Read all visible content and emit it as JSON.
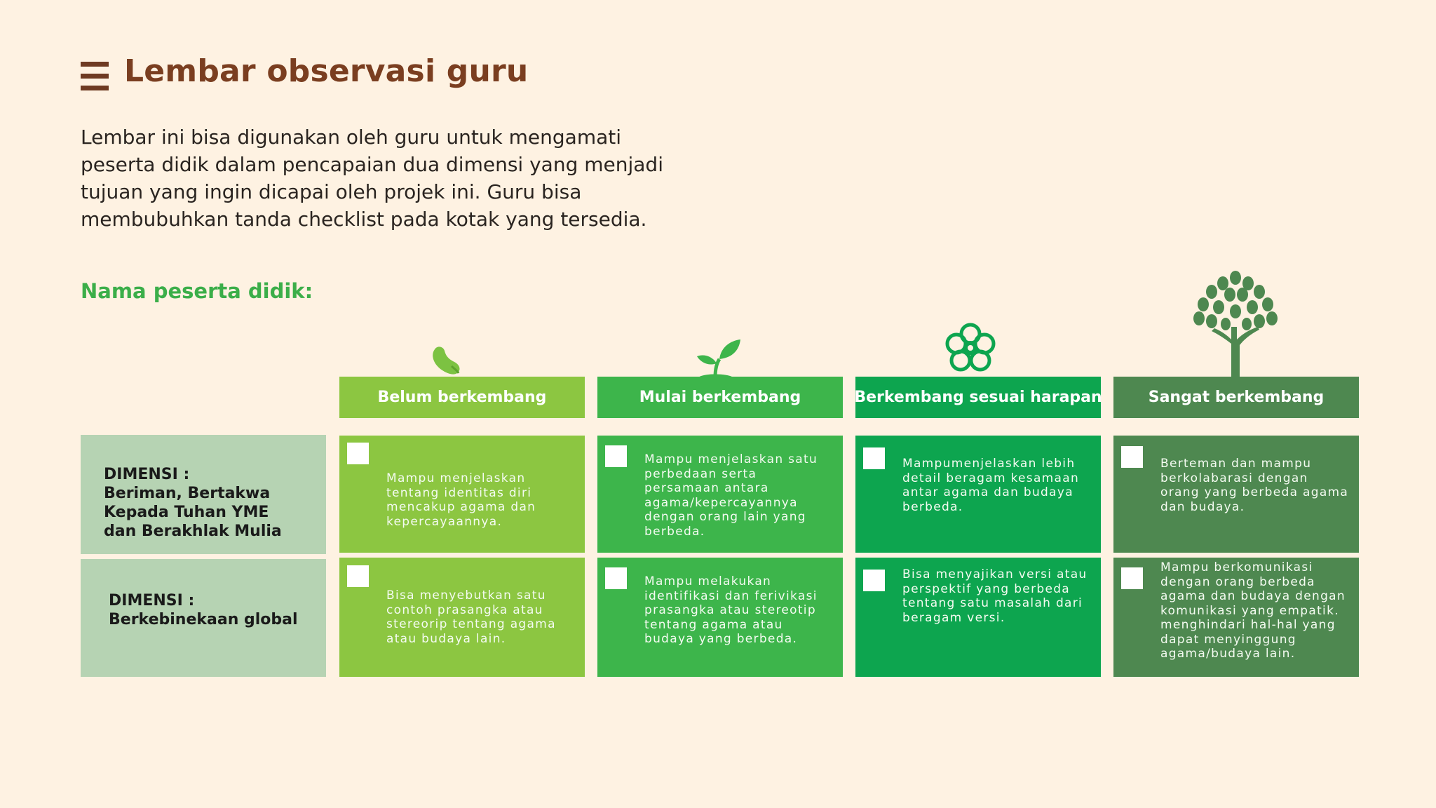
{
  "header": {
    "title": "Lembar observasi guru",
    "description": "Lembar ini bisa digunakan oleh guru untuk mengamati peserta didik dalam pencapaian dua dimensi yang menjadi tujuan yang ingin dicapai oleh projek ini. Guru bisa membubuhkan tanda checklist pada kotak yang tersedia."
  },
  "form": {
    "student_name_label": "Nama peserta didik:"
  },
  "levels": [
    {
      "label": "Belum berkembang",
      "color": "#8CC641",
      "icon": "bean-sprout-icon"
    },
    {
      "label": "Mulai berkembang",
      "color": "#3DB54B",
      "icon": "seedling-icon"
    },
    {
      "label": "Berkembang sesuai harapan",
      "color": "#0DA54F",
      "icon": "flower-icon"
    },
    {
      "label": "Sangat berkembang",
      "color": "#4E8850",
      "icon": "tree-icon"
    }
  ],
  "dimensions": [
    {
      "label": "DIMENSI :\nBeriman, Bertakwa\nKepada Tuhan YME\ndan Berakhlak Mulia",
      "cells": [
        "Mampu menjelaskan tentang identitas diri mencakup agama dan kepercayaannya.",
        "Mampu menjelaskan satu perbedaan serta persamaan antara agama/kepercayannya dengan orang lain yang berbeda.",
        "Mampumenjelaskan lebih detail beragam kesamaan antar agama dan budaya berbeda.",
        "Berteman dan mampu berkolabarasi dengan orang yang berbeda agama dan budaya."
      ]
    },
    {
      "label": "DIMENSI :\nBerkebinekaan global",
      "cells": [
        "Bisa menyebutkan satu contoh prasangka atau stereorip tentang agama atau budaya lain.",
        "Mampu melakukan identifikasi dan ferivikasi prasangka atau stereotip tentang agama atau budaya yang berbeda.",
        "Bisa menyajikan versi atau perspektif yang berbeda tentang satu masalah dari beragam versi.",
        "Mampu berkomunikasi dengan orang berbeda agama dan budaya dengan komunikasi yang empatik. menghindari hal-hal yang dapat menyinggung agama/budaya lain."
      ]
    }
  ],
  "colors": {
    "background": "#FEF2E2",
    "title": "#7A3E20",
    "label_bg": "#B6D3B3",
    "accent_green": "#3BAE49"
  }
}
